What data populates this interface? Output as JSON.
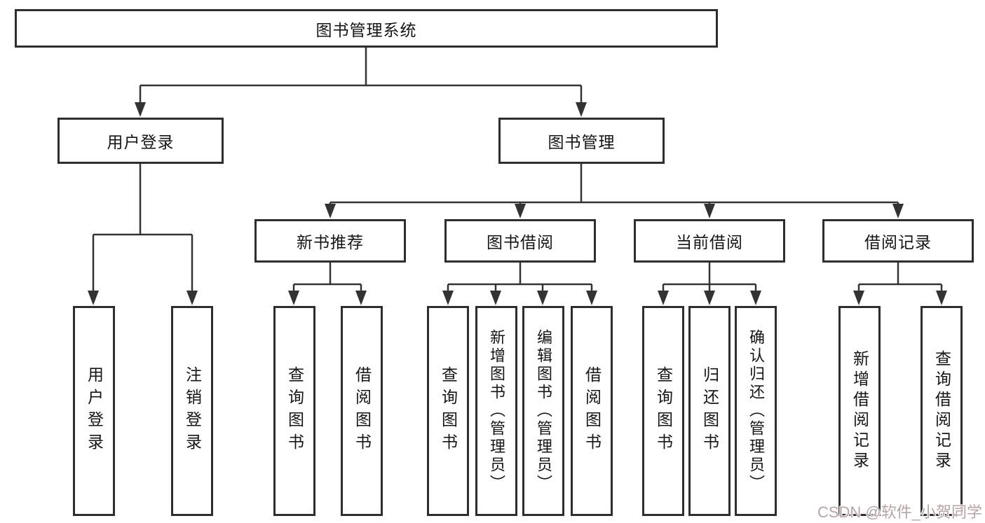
{
  "diagram": {
    "watermark": "CSDN @软件_小贺同学",
    "colors": {
      "background": "#ffffff",
      "line": "#333333",
      "box_border": "#2e2e2e",
      "text": "#151515",
      "watermark": "#b9a4a4"
    },
    "nodes": {
      "root": {
        "label": "图书管理系统"
      },
      "user_login": {
        "label": "用户登录"
      },
      "book_management": {
        "label": "图书管理"
      },
      "new_book_recommend": {
        "label": "新书推荐"
      },
      "book_borrow": {
        "label": "图书借阅"
      },
      "current_borrow": {
        "label": "当前借阅"
      },
      "borrow_records": {
        "label": "借阅记录"
      },
      "leaf_user_login": {
        "label": "用户登录"
      },
      "leaf_logout": {
        "label": "注销登录"
      },
      "leaf_query_book_recommend": {
        "label": "查询图书"
      },
      "leaf_borrow_book_recommend": {
        "label": "借阅图书"
      },
      "leaf_query_book_borrow": {
        "label": "查询图书"
      },
      "leaf_add_book_admin": {
        "label": "新增图书（管理员）"
      },
      "leaf_edit_book_admin": {
        "label": "编辑图书（管理员）"
      },
      "leaf_borrow_book_borrow": {
        "label": "借阅图书"
      },
      "leaf_query_book_current": {
        "label": "查询图书"
      },
      "leaf_return_book": {
        "label": "归还图书"
      },
      "leaf_confirm_return_admin": {
        "label": "确认归还（管理员）"
      },
      "leaf_add_borrow_record": {
        "label": "新增借阅记录"
      },
      "leaf_query_borrow_record": {
        "label": "查询借阅记录"
      }
    }
  }
}
